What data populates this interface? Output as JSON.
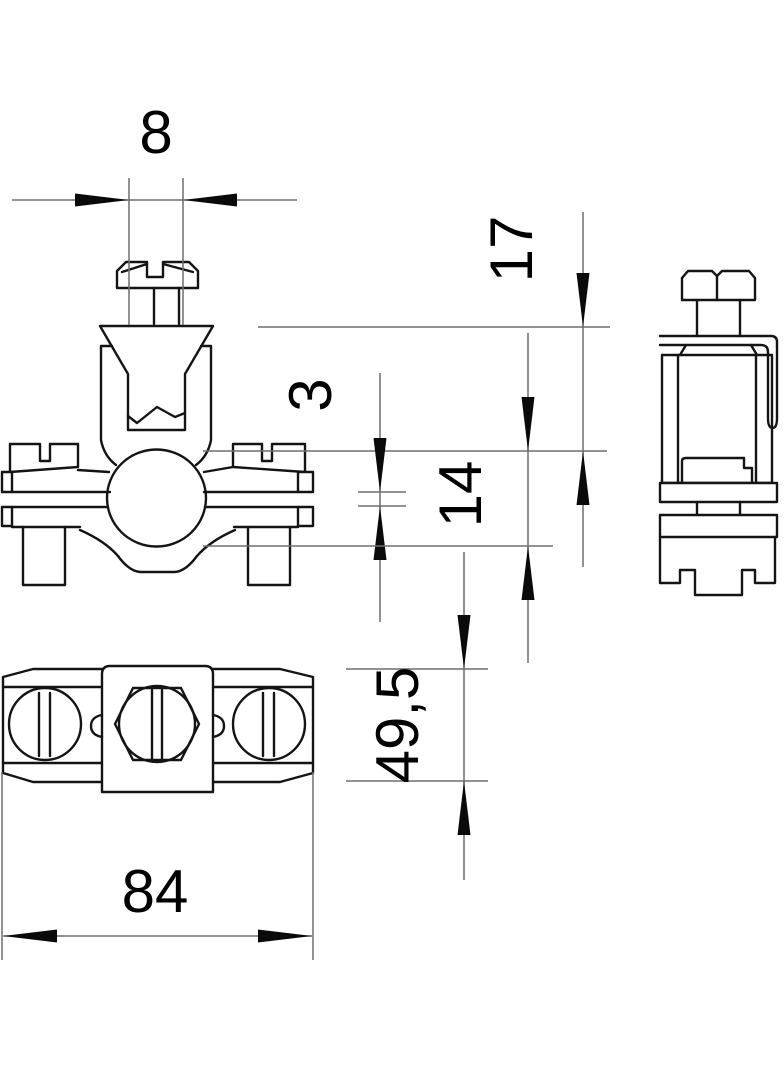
{
  "drawing": {
    "kind": "technical-drawing-3-views-pipe-clamp",
    "background": "#ffffff",
    "outline_color": "#141414",
    "dimension_line_color": "#6e6e6e",
    "arrow_color": "#0a0a0a",
    "dimensions": {
      "d8": {
        "value": "8",
        "orientation": "horizontal",
        "measures": "screw-conductor-width-top"
      },
      "d17": {
        "value": "17",
        "orientation": "vertical",
        "measures": "upper-body-height"
      },
      "d3": {
        "value": "3",
        "orientation": "vertical",
        "measures": "flat-conductor-slot-thickness"
      },
      "d14": {
        "value": "14",
        "orientation": "vertical",
        "measures": "clamp-frame-height"
      },
      "d49": {
        "value": "49,5",
        "orientation": "vertical",
        "measures": "bottom-view-depth"
      },
      "d84": {
        "value": "84",
        "orientation": "horizontal",
        "measures": "overall-width"
      }
    }
  }
}
